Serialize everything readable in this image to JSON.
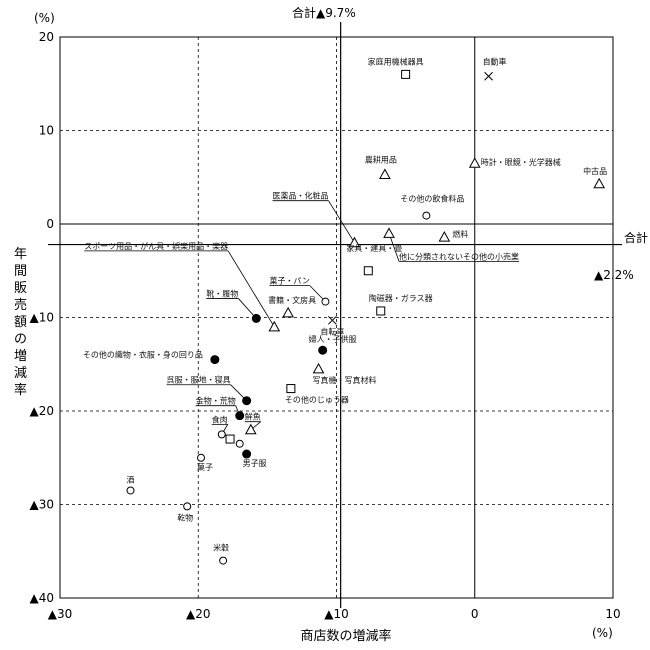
{
  "chart_data": {
    "type": "scatter",
    "xlabel": "商店数の増減率",
    "ylabel": "年間販売額の増減率",
    "xunit": "(%)",
    "yunit": "(%)",
    "xlim": [
      -30,
      10
    ],
    "ylim": [
      -40,
      20
    ],
    "x_ticks": [
      {
        "v": -30,
        "label": "▲30"
      },
      {
        "v": -20,
        "label": "▲20"
      },
      {
        "v": -10,
        "label": "▲10"
      },
      {
        "v": 0,
        "label": "0"
      },
      {
        "v": 10,
        "label": "10"
      }
    ],
    "y_ticks": [
      {
        "v": 20,
        "label": "20"
      },
      {
        "v": 10,
        "label": "10"
      },
      {
        "v": 0,
        "label": "0"
      },
      {
        "v": -10,
        "label": "▲10"
      },
      {
        "v": -20,
        "label": "▲20"
      },
      {
        "v": -30,
        "label": "▲30"
      },
      {
        "v": -40,
        "label": "▲40"
      }
    ],
    "total": {
      "x": -9.7,
      "y": -2.2,
      "x_label": "合計▲9.7%",
      "y_label_top": "合計",
      "y_label_bottom": "▲2.2%"
    },
    "points": [
      {
        "label": "家庭用機械器具",
        "x": -5,
        "y": 16,
        "marker": "square",
        "underline": false
      },
      {
        "label": "自動車",
        "x": 1,
        "y": 15.8,
        "marker": "cross",
        "underline": false
      },
      {
        "label": "農耕用品",
        "x": -6.5,
        "y": 5.3,
        "marker": "triangle",
        "underline": false
      },
      {
        "label": "時計・眼鏡・光学器械",
        "x": 0,
        "y": 6.5,
        "marker": "triangle",
        "underline": false
      },
      {
        "label": "中古品",
        "x": 9,
        "y": 4.3,
        "marker": "triangle",
        "underline": false
      },
      {
        "label": "その他の飲食料品",
        "x": -3.5,
        "y": 0.9,
        "marker": "circle",
        "underline": false
      },
      {
        "label": "医薬品・化粧品",
        "x": -8.7,
        "y": -2,
        "marker": "triangle",
        "underline": true
      },
      {
        "label": "他に分類されないその他の小売業",
        "x": -6.2,
        "y": -1,
        "marker": "triangle",
        "underline": true
      },
      {
        "label": "燃料",
        "x": -2.2,
        "y": -1.4,
        "marker": "triangle",
        "underline": false
      },
      {
        "label": "スポーツ用品・がん具・娯楽用品・楽器",
        "x": -14.5,
        "y": -11,
        "marker": "triangle",
        "underline": true
      },
      {
        "label": "家具・建具・畳",
        "x": -7.7,
        "y": -5,
        "marker": "square",
        "underline": false
      },
      {
        "label": "菓子・パン",
        "x": -10.8,
        "y": -8.3,
        "marker": "circle",
        "underline": true
      },
      {
        "label": "靴・履物",
        "x": -15.8,
        "y": -10.1,
        "marker": "dot",
        "underline": true
      },
      {
        "label": "書籍・文房具",
        "x": -13.5,
        "y": -9.5,
        "marker": "triangle",
        "underline": false
      },
      {
        "label": "陶磁器・ガラス器",
        "x": -6.8,
        "y": -9.3,
        "marker": "square",
        "underline": false
      },
      {
        "label": "自転車",
        "x": -10.3,
        "y": -10.3,
        "marker": "cross",
        "underline": false
      },
      {
        "label": "婦人・子供服",
        "x": -11,
        "y": -13.5,
        "marker": "dot",
        "underline": false
      },
      {
        "label": "その他の織物・衣服・身の回り品",
        "x": -18.8,
        "y": -14.5,
        "marker": "dot",
        "underline": false
      },
      {
        "label": "写真機・写真材料",
        "x": -11.3,
        "y": -15.5,
        "marker": "triangle",
        "underline": false
      },
      {
        "label": "呉服・服地・寝具",
        "x": -16.5,
        "y": -18.9,
        "marker": "dot",
        "underline": true
      },
      {
        "label": "その他のじゅう器",
        "x": -13.3,
        "y": -17.6,
        "marker": "square",
        "underline": false
      },
      {
        "label": "金物・荒物",
        "x": -17,
        "y": -20.5,
        "marker": "dot",
        "underline": true
      },
      {
        "label": "鮮魚",
        "x": -16.2,
        "y": -22,
        "marker": "triangle",
        "underline": true
      },
      {
        "label": "食肉",
        "x": -18.3,
        "y": -22.5,
        "marker": "circle",
        "underline": true
      },
      {
        "label": "",
        "x": -17.7,
        "y": -23,
        "marker": "square",
        "underline": false
      },
      {
        "label": "",
        "x": -17,
        "y": -23.5,
        "marker": "circle",
        "underline": false
      },
      {
        "label": "菓子",
        "x": -19.8,
        "y": -25,
        "marker": "circle",
        "underline": false
      },
      {
        "label": "男子服",
        "x": -16.5,
        "y": -24.6,
        "marker": "dot",
        "underline": false
      },
      {
        "label": "酒",
        "x": -24.9,
        "y": -28.5,
        "marker": "circle",
        "underline": false
      },
      {
        "label": "乾物",
        "x": -20.8,
        "y": -30.2,
        "marker": "circle",
        "underline": false
      },
      {
        "label": "米穀",
        "x": -18.2,
        "y": -36,
        "marker": "circle",
        "underline": false
      }
    ]
  }
}
